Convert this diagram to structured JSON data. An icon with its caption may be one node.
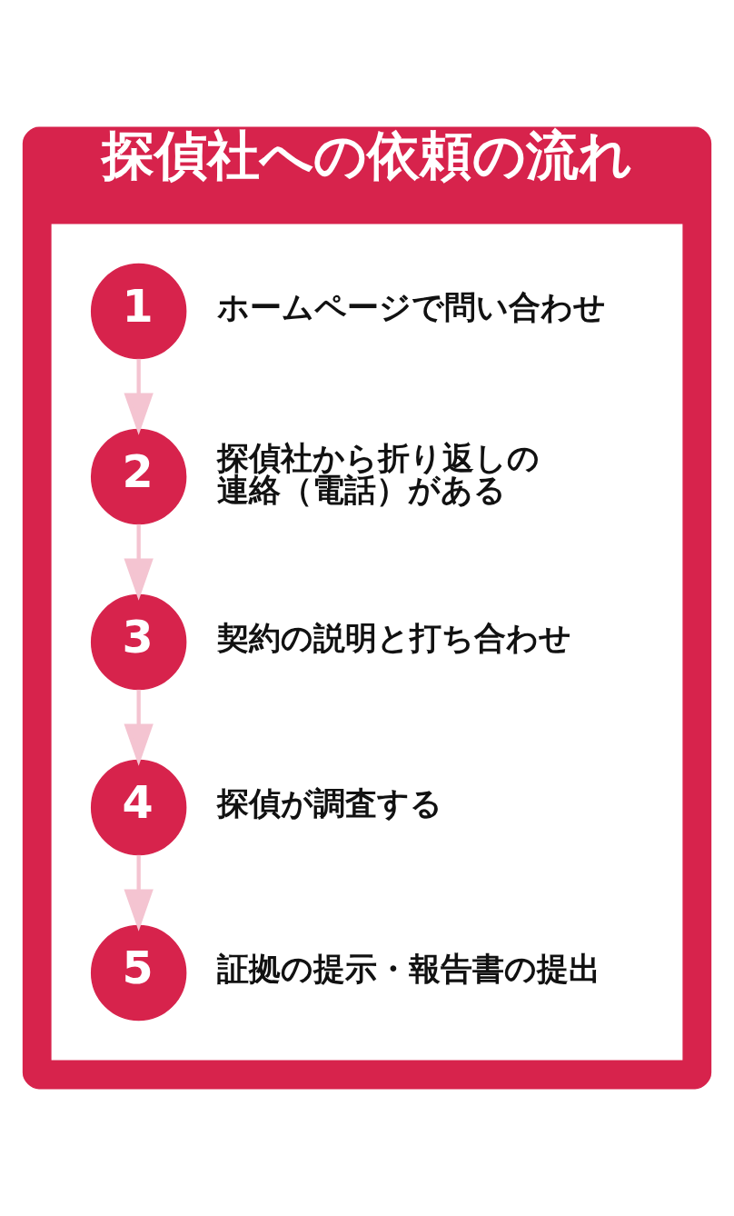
{
  "diagram": {
    "nodes": [
      {
        "text": [
          "探偵社への依頼の流れ"
        ]
      },
      {
        "text": [],
        "shape": "box",
        "in": 0
      },
      {
        "text": [
          "1"
        ],
        "beside": [
          "ホームページで問い合わせ"
        ],
        "in": 1
      },
      {
        "text": [
          "2"
        ],
        "beside": [
          "探偵社から折り返しの連絡（電話）がある"
        ],
        "in": 1
      },
      {
        "text": [
          "3"
        ],
        "beside": [
          "契約の説明と打ち合わせ"
        ],
        "in": 1
      },
      {
        "text": [
          "4"
        ],
        "beside": [
          "探偵が調査する"
        ],
        "in": 1
      },
      {
        "text": [
          "5"
        ],
        "beside": [
          "証拠の提示・報告書の提出"
        ],
        "in": 1
      }
    ],
    "edges": [
      {
        "from": 2,
        "to": 3,
        "arrow": "to"
      },
      {
        "from": 3,
        "to": 4,
        "arrow": "to"
      },
      {
        "from": 4,
        "to": 5,
        "arrow": "to"
      },
      {
        "from": 5,
        "to": 6,
        "arrow": "to"
      }
    ]
  }
}
